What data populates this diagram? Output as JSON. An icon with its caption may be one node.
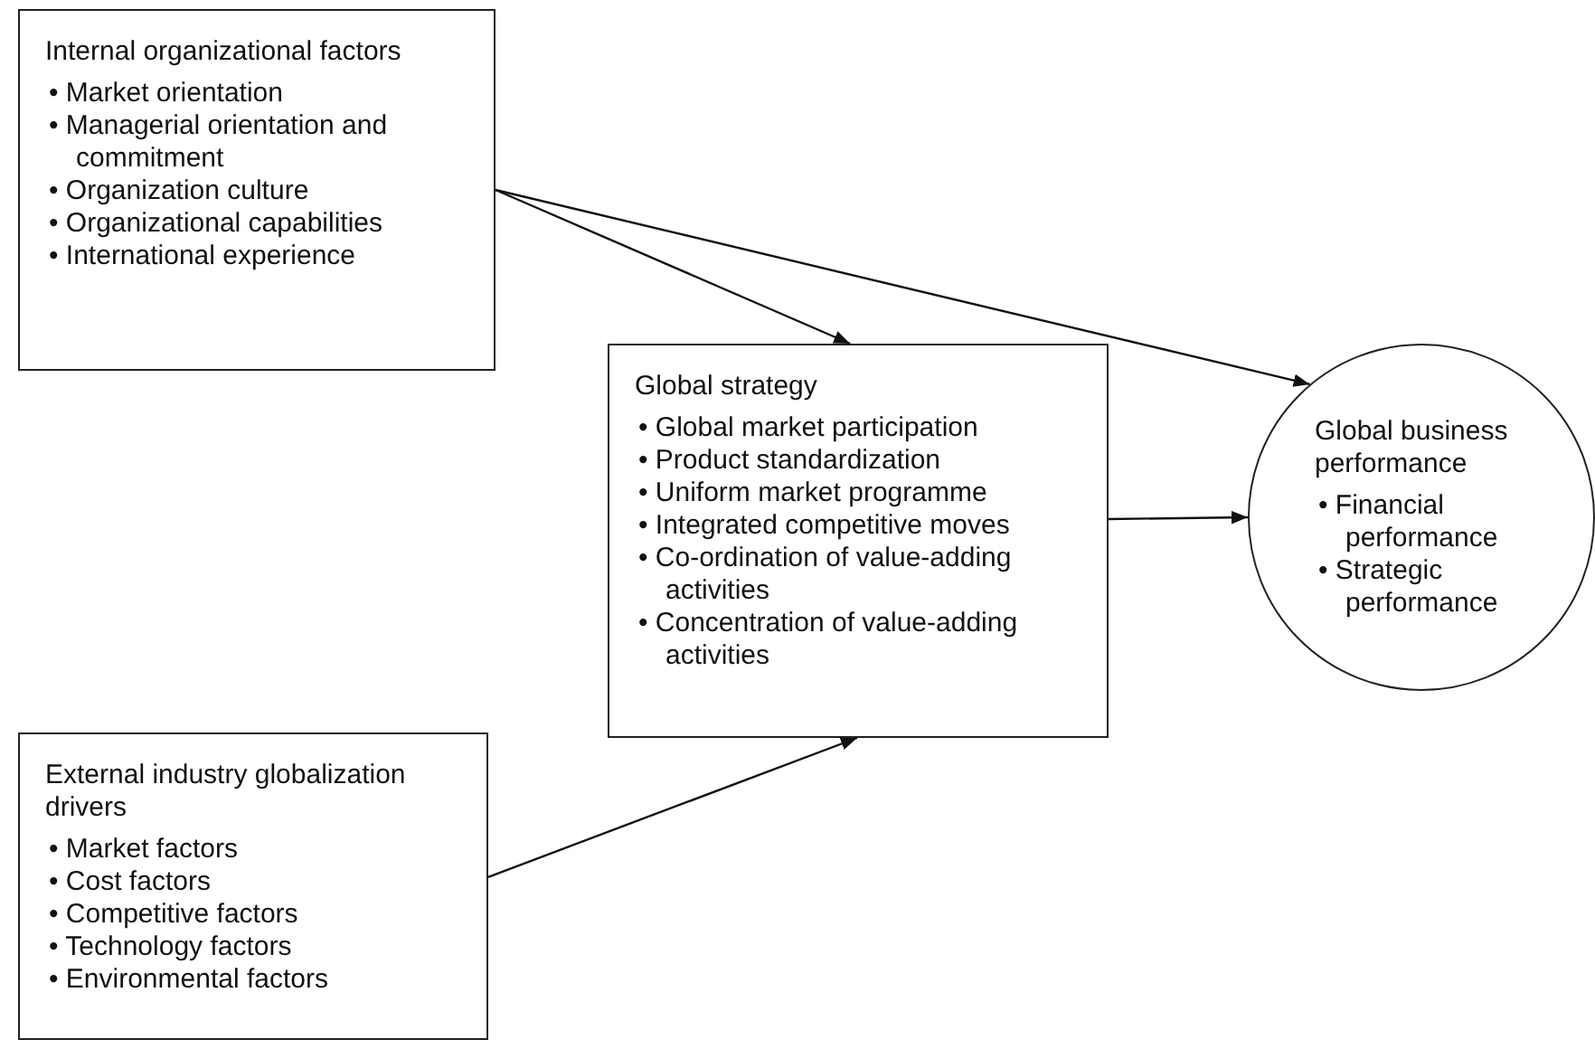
{
  "diagram": {
    "nodes": [
      {
        "text": [
          "Internal organizational factors",
          "• Market orientation",
          "• Managerial orientation and commitment",
          "• Organization culture",
          "• Organizational capabilities",
          "• International experience"
        ]
      },
      {
        "text": [
          "Global strategy",
          "• Global market participation",
          "• Product standardization",
          "• Uniform market programme",
          "• Integrated competitive moves",
          "• Co-ordination of value-adding activities",
          "• Concentration of value-adding activities"
        ]
      },
      {
        "text": [
          "Global business performance",
          "• Financial performance",
          "• Strategic performance"
        ]
      },
      {
        "text": [
          "External industry globalization drivers",
          "• Market factors",
          "• Cost factors",
          "• Competitive factors",
          "• Technology factors",
          "• Environmental factors"
        ]
      }
    ],
    "edges": [
      {
        "from": 0,
        "to": 1,
        "arrow": "to"
      },
      {
        "from": 0,
        "to": 2,
        "arrow": "to"
      },
      {
        "from": 1,
        "to": 2,
        "arrow": "to"
      },
      {
        "from": 3,
        "to": 1,
        "arrow": "to"
      }
    ]
  }
}
